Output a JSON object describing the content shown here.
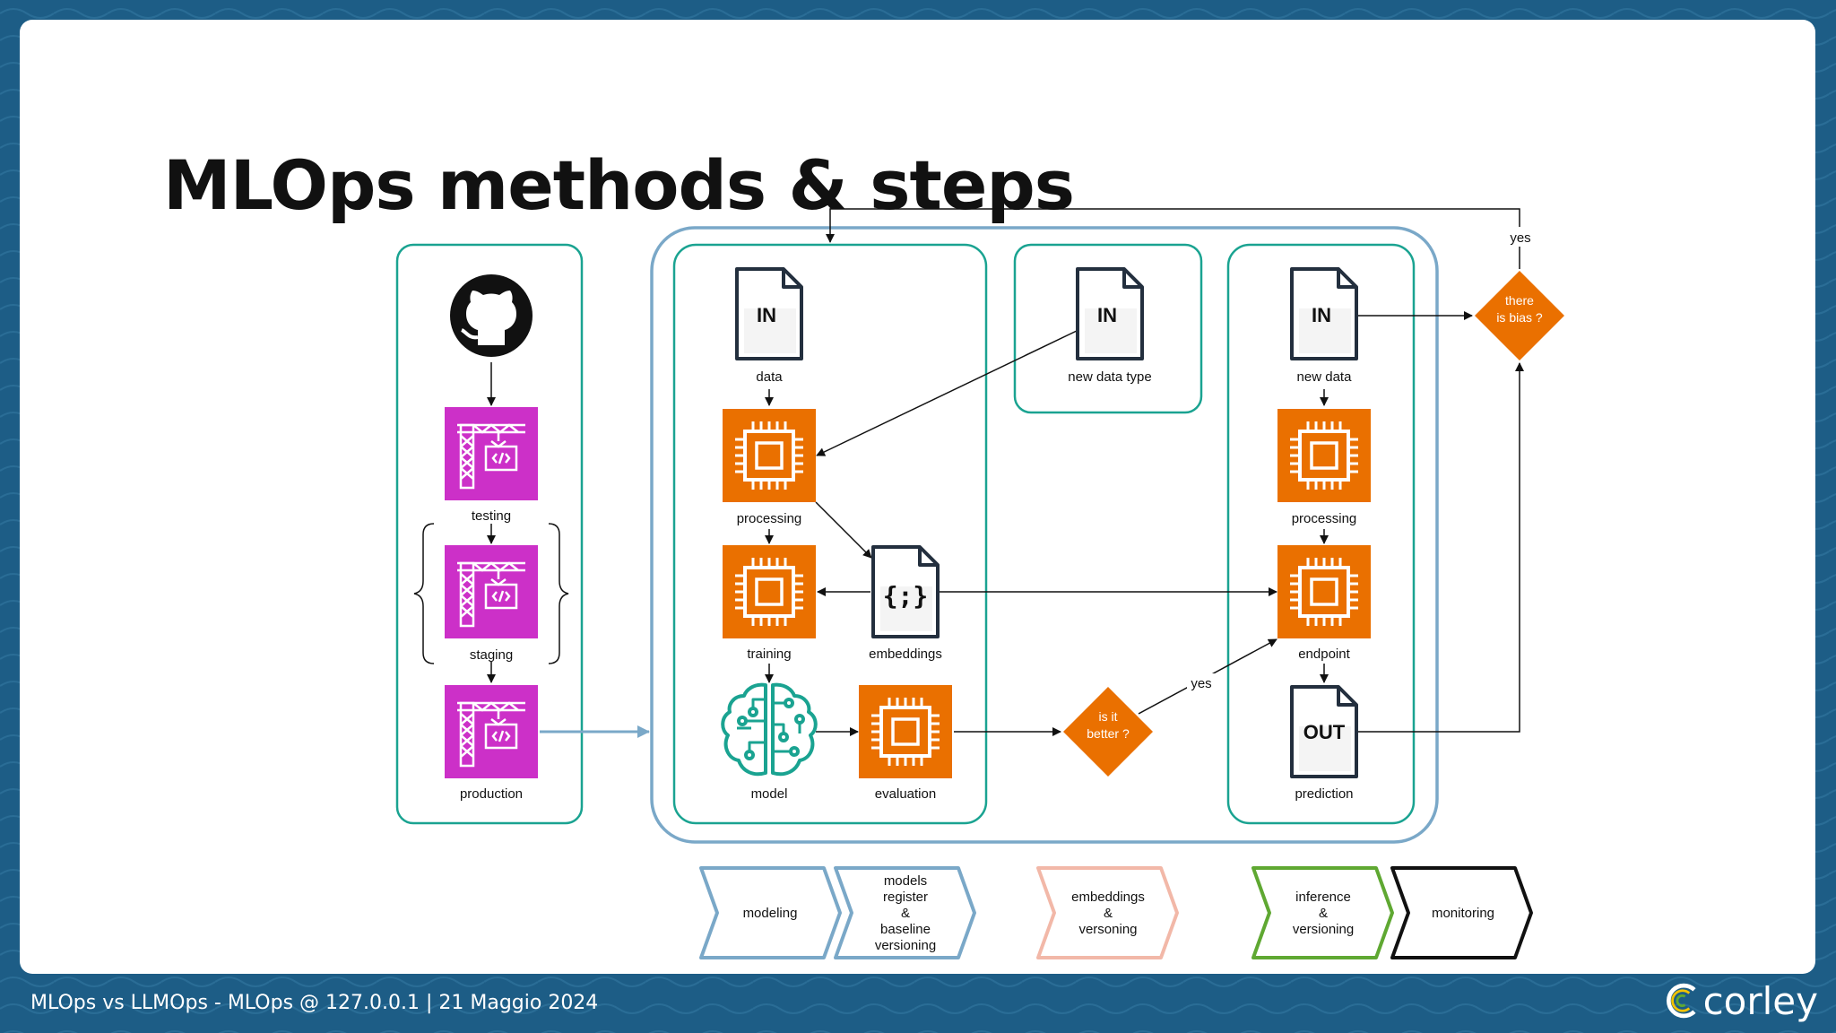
{
  "slide": {
    "title": "MLOps methods & steps",
    "footer": "MLOps vs LLMOps - MLOps @ 127.0.0.1 | 21 Maggio 2024",
    "logo": {
      "text": "corley",
      "icon": "corley-c-logo"
    }
  },
  "diagram": {
    "cicd": {
      "source_icon": "github-icon",
      "stages": [
        {
          "label": "testing",
          "icon": "codebuild-crane-icon"
        },
        {
          "label": "staging",
          "icon": "codebuild-crane-icon"
        },
        {
          "label": "production",
          "icon": "codebuild-crane-icon"
        }
      ]
    },
    "modeling": {
      "data_file": {
        "text": "IN",
        "label": "data"
      },
      "processing": "processing",
      "training": "training",
      "embeddings": {
        "text": "{;}",
        "label": "embeddings"
      },
      "model": "model",
      "evaluation": "evaluation"
    },
    "new_data_type": {
      "text": "IN",
      "label": "new data type"
    },
    "decision_better": {
      "line1": "is it",
      "line2": "better ?",
      "yes": "yes"
    },
    "inference": {
      "new_data": {
        "text": "IN",
        "label": "new data"
      },
      "processing": "processing",
      "endpoint": "endpoint",
      "prediction": {
        "text": "OUT",
        "label": "prediction"
      }
    },
    "decision_bias": {
      "line1": "there",
      "line2": "is bias ?",
      "yes": "yes"
    },
    "phases": [
      {
        "lines": [
          "modeling"
        ],
        "color": "#7aa8c8"
      },
      {
        "lines": [
          "models",
          "register",
          "&",
          "baseline",
          "versioning"
        ],
        "color": "#7aa8c8"
      },
      {
        "lines": [
          "embeddings",
          "&",
          "versoning"
        ],
        "color": "#f2b8a8"
      },
      {
        "lines": [
          "inference",
          "&",
          "versioning"
        ],
        "color": "#5fa832"
      },
      {
        "lines": [
          "monitoring"
        ],
        "color": "#111111"
      }
    ]
  },
  "colors": {
    "teal": "#1aa391",
    "outer_blue": "#7aa8c8",
    "orange": "#ea7000",
    "magenta": "#cc30c8",
    "background": "#1d5d86"
  }
}
